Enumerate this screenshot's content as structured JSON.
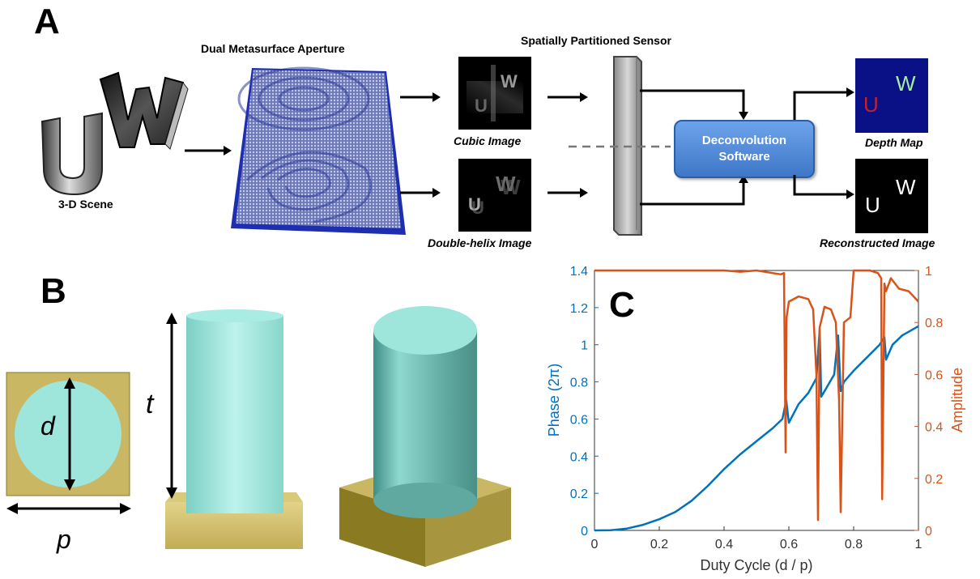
{
  "panels": {
    "a": "A",
    "b": "B",
    "c": "C"
  },
  "pipeline": {
    "scene_label": "3-D Scene",
    "scene_letters": [
      "U",
      "W"
    ],
    "aperture_label": "Dual Metasurface Aperture",
    "sensor_label": "Spatially Partitioned Sensor",
    "cubic_label": "Cubic Image",
    "helix_label": "Double-helix Image",
    "software_line1": "Deconvolution",
    "software_line2": "Software",
    "depth_label": "Depth Map",
    "recon_label": "Reconstructed Image",
    "depth_letters": [
      "U",
      "W"
    ],
    "recon_letters": [
      "U",
      "W"
    ],
    "helix_letters": [
      "U",
      "W"
    ]
  },
  "unit_cell": {
    "d": "d",
    "p": "p",
    "t": "t"
  },
  "colors": {
    "phase": "#0072BD",
    "amplitude": "#D95319",
    "box": "#3f77c9",
    "depth_bg": "#0a1186",
    "depth_u": "#c0212b",
    "depth_w": "#a7ee9a",
    "pillar": "#9ee5dc",
    "substrate": "#c9b763",
    "aperture": "#7b86c4"
  },
  "chart_data": {
    "type": "line",
    "xlabel": "Duty Cycle (d / p)",
    "ylabel_left": "Phase (2π)",
    "ylabel_right": "Amplitude",
    "xlim": [
      0,
      1
    ],
    "ylim_left": [
      0,
      1.4
    ],
    "ylim_right": [
      0,
      1
    ],
    "xticks": [
      "0",
      "0.2",
      "0.4",
      "0.6",
      "0.8",
      "1"
    ],
    "yticks_left": [
      "0",
      "0.2",
      "0.4",
      "0.6",
      "0.8",
      "1",
      "1.2",
      "1.4"
    ],
    "yticks_right": [
      "0",
      "0.2",
      "0.4",
      "0.6",
      "0.8",
      "1"
    ],
    "series": [
      {
        "axis": "left",
        "color": "#0072BD",
        "x": [
          0,
          0.05,
          0.1,
          0.15,
          0.2,
          0.25,
          0.3,
          0.35,
          0.4,
          0.45,
          0.5,
          0.55,
          0.58,
          0.592,
          0.6,
          0.63,
          0.66,
          0.685,
          0.695,
          0.7,
          0.72,
          0.74,
          0.752,
          0.76,
          0.77,
          0.8,
          0.84,
          0.88,
          0.895,
          0.9,
          0.92,
          0.95,
          1.0
        ],
        "y": [
          0,
          0.001,
          0.01,
          0.03,
          0.06,
          0.1,
          0.16,
          0.24,
          0.33,
          0.41,
          0.48,
          0.55,
          0.6,
          0.7,
          0.58,
          0.68,
          0.74,
          0.82,
          1.08,
          0.72,
          0.78,
          0.84,
          1.05,
          0.75,
          0.8,
          0.86,
          0.93,
          1.0,
          1.04,
          0.92,
          1.0,
          1.05,
          1.1
        ]
      },
      {
        "axis": "right",
        "color": "#D95319",
        "x": [
          0,
          0.1,
          0.2,
          0.3,
          0.4,
          0.45,
          0.5,
          0.55,
          0.575,
          0.585,
          0.59,
          0.593,
          0.6,
          0.63,
          0.66,
          0.675,
          0.685,
          0.69,
          0.695,
          0.71,
          0.73,
          0.745,
          0.755,
          0.76,
          0.77,
          0.79,
          0.8,
          0.82,
          0.85,
          0.875,
          0.885,
          0.888,
          0.895,
          0.9,
          0.915,
          0.94,
          0.97,
          1.0
        ],
        "y": [
          1,
          1,
          1,
          1,
          1,
          0.995,
          1,
          0.99,
          0.985,
          0.99,
          0.3,
          0.82,
          0.88,
          0.9,
          0.89,
          0.85,
          0.6,
          0.04,
          0.78,
          0.86,
          0.85,
          0.8,
          0.5,
          0.07,
          0.8,
          0.82,
          1.0,
          1.0,
          1.0,
          0.99,
          0.97,
          0.12,
          0.95,
          0.92,
          0.97,
          0.93,
          0.92,
          0.88
        ]
      }
    ]
  }
}
